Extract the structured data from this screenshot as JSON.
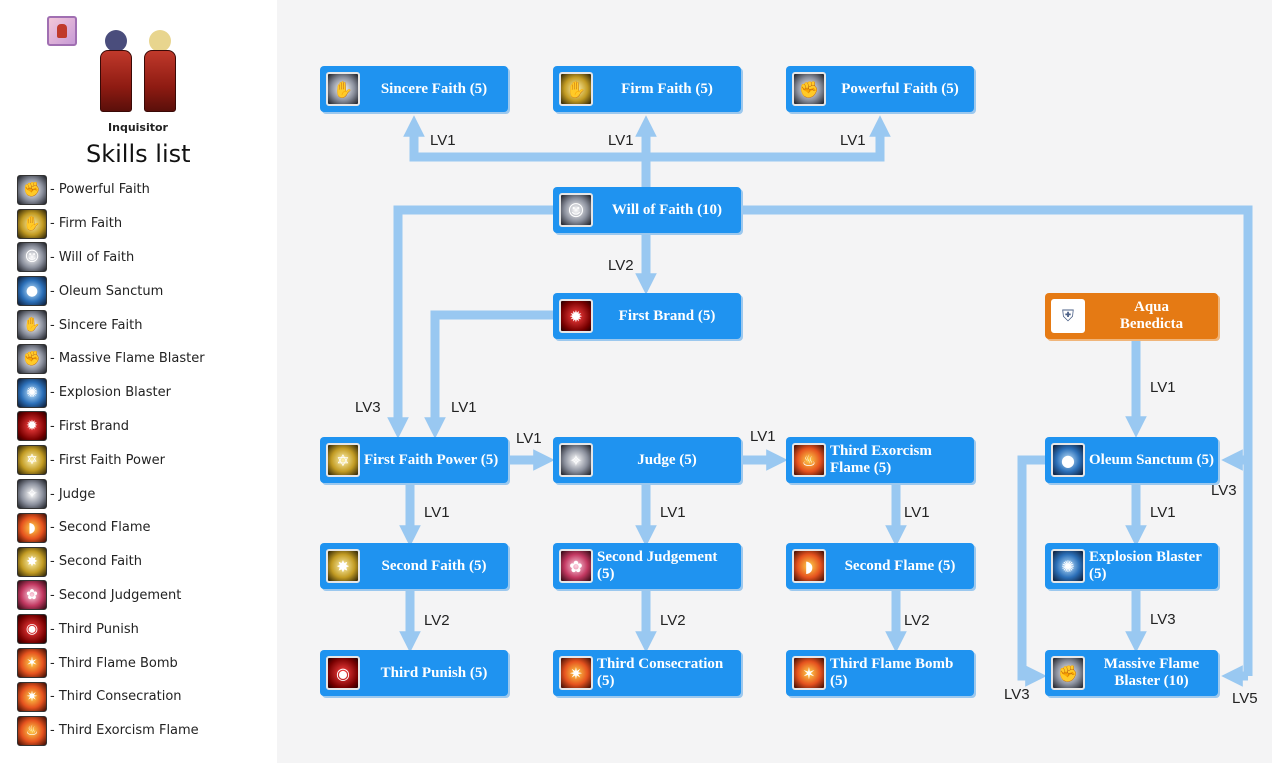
{
  "sidebar": {
    "character_name": "Inquisitor",
    "title": "Skills list",
    "items": [
      {
        "label": "- Powerful Faith",
        "icon": "fist-icon",
        "glyph": "✊",
        "tint": "c-gray"
      },
      {
        "label": "- Firm Faith",
        "icon": "shield-hand-icon",
        "glyph": "✋",
        "tint": "c-gold"
      },
      {
        "label": "- Will of Faith",
        "icon": "monk-icon",
        "glyph": "☺",
        "tint": "c-gray"
      },
      {
        "label": "- Oleum Sanctum",
        "icon": "oil-flask-icon",
        "glyph": "●",
        "tint": "c-blue"
      },
      {
        "label": "- Sincere Faith",
        "icon": "praying-hands-icon",
        "glyph": "✋",
        "tint": "c-gray"
      },
      {
        "label": "- Massive Flame Blaster",
        "icon": "flame-fist-icon",
        "glyph": "✊",
        "tint": "c-gray"
      },
      {
        "label": "- Explosion Blaster",
        "icon": "explosion-icon",
        "glyph": "✺",
        "tint": "c-blue"
      },
      {
        "label": "- First Brand",
        "icon": "brand-star-icon",
        "glyph": "✹",
        "tint": "c-red"
      },
      {
        "label": "- First Faith Power",
        "icon": "hexagram-icon",
        "glyph": "✡",
        "tint": "c-gold"
      },
      {
        "label": "- Judge",
        "icon": "judge-icon",
        "glyph": "✧",
        "tint": "c-gray"
      },
      {
        "label": "- Second Flame",
        "icon": "flame-icon",
        "glyph": "◗",
        "tint": "c-fire"
      },
      {
        "label": "- Second Faith",
        "icon": "radiant-eye-icon",
        "glyph": "✸",
        "tint": "c-gold"
      },
      {
        "label": "- Second Judgement",
        "icon": "rune-circle-icon",
        "glyph": "✿",
        "tint": "c-pink"
      },
      {
        "label": "- Third Punish",
        "icon": "crimson-eye-icon",
        "glyph": "◉",
        "tint": "c-red"
      },
      {
        "label": "- Third Flame Bomb",
        "icon": "burst-icon",
        "glyph": "✶",
        "tint": "c-fire"
      },
      {
        "label": "- Third Consecration",
        "icon": "fire-sigil-icon",
        "glyph": "✷",
        "tint": "c-fire"
      },
      {
        "label": "- Third Exorcism Flame",
        "icon": "inferno-icon",
        "glyph": "♨",
        "tint": "c-fire"
      }
    ]
  },
  "tree": {
    "nodes": {
      "sincere_faith": {
        "label": "Sincere Faith (5)",
        "icon": "praying-hands-icon",
        "glyph": "✋",
        "tint": "c-gray"
      },
      "firm_faith": {
        "label": "Firm Faith (5)",
        "icon": "shield-hand-icon",
        "glyph": "✋",
        "tint": "c-gold"
      },
      "powerful_faith": {
        "label": "Powerful Faith (5)",
        "icon": "fist-icon",
        "glyph": "✊",
        "tint": "c-gray"
      },
      "will_of_faith": {
        "label": "Will of Faith (10)",
        "icon": "monk-icon",
        "glyph": "☺",
        "tint": "c-gray"
      },
      "first_brand": {
        "label": "First Brand (5)",
        "icon": "brand-star-icon",
        "glyph": "✹",
        "tint": "c-red"
      },
      "aqua_benedicta": {
        "label": "Aqua Benedicta",
        "icon": "holy-water-icon",
        "glyph": "⛨",
        "tint": ""
      },
      "first_faith_power": {
        "label": "First Faith Power (5)",
        "icon": "hexagram-icon",
        "glyph": "✡",
        "tint": "c-gold"
      },
      "judge": {
        "label": "Judge (5)",
        "icon": "judge-icon",
        "glyph": "✧",
        "tint": "c-gray"
      },
      "third_exorcism_flame": {
        "label": "Third Exorcism Flame (5)",
        "icon": "inferno-icon",
        "glyph": "♨",
        "tint": "c-fire"
      },
      "oleum_sanctum": {
        "label": "Oleum Sanctum (5)",
        "icon": "oil-flask-icon",
        "glyph": "●",
        "tint": "c-blue"
      },
      "second_faith": {
        "label": "Second Faith (5)",
        "icon": "radiant-eye-icon",
        "glyph": "✸",
        "tint": "c-gold"
      },
      "second_judgement": {
        "label": "Second Judgement (5)",
        "icon": "rune-circle-icon",
        "glyph": "✿",
        "tint": "c-pink"
      },
      "second_flame": {
        "label": "Second Flame (5)",
        "icon": "flame-icon",
        "glyph": "◗",
        "tint": "c-fire"
      },
      "explosion_blaster": {
        "label": "Explosion Blaster (5)",
        "icon": "explosion-icon",
        "glyph": "✺",
        "tint": "c-blue"
      },
      "third_punish": {
        "label": "Third Punish (5)",
        "icon": "crimson-eye-icon",
        "glyph": "◉",
        "tint": "c-red"
      },
      "third_consecration": {
        "label": "Third Consecration (5)",
        "icon": "fire-sigil-icon",
        "glyph": "✷",
        "tint": "c-fire"
      },
      "third_flame_bomb": {
        "label": "Third Flame Bomb (5)",
        "icon": "burst-icon",
        "glyph": "✶",
        "tint": "c-fire"
      },
      "massive_flame_blaster": {
        "label": "Massive Flame Blaster (10)",
        "icon": "flame-fist-icon",
        "glyph": "✊",
        "tint": "c-gray"
      }
    },
    "levels": {
      "to_sincere_faith": "LV1",
      "to_firm_faith": "LV1",
      "to_powerful_faith": "LV1",
      "to_first_brand": "LV2",
      "will_to_first_faith_power": "LV3",
      "brand_to_first_faith_power": "LV1",
      "to_judge": "LV1",
      "to_third_exorcism_flame": "LV1",
      "aqua_to_oleum": "LV1",
      "will_to_oleum": "LV3",
      "to_second_faith": "LV1",
      "to_second_judgement": "LV1",
      "to_second_flame": "LV1",
      "to_explosion_blaster": "LV1",
      "to_third_punish": "LV2",
      "to_third_consecration": "LV2",
      "to_third_flame_bomb": "LV2",
      "explosion_to_massive": "LV3",
      "oleum_to_massive": "LV3",
      "will_to_massive": "LV5"
    },
    "colors": {
      "connector": "#99c8f1",
      "node": "#1f93f0",
      "node_accent": "#e57a14",
      "background": "#f4f4f5"
    }
  }
}
